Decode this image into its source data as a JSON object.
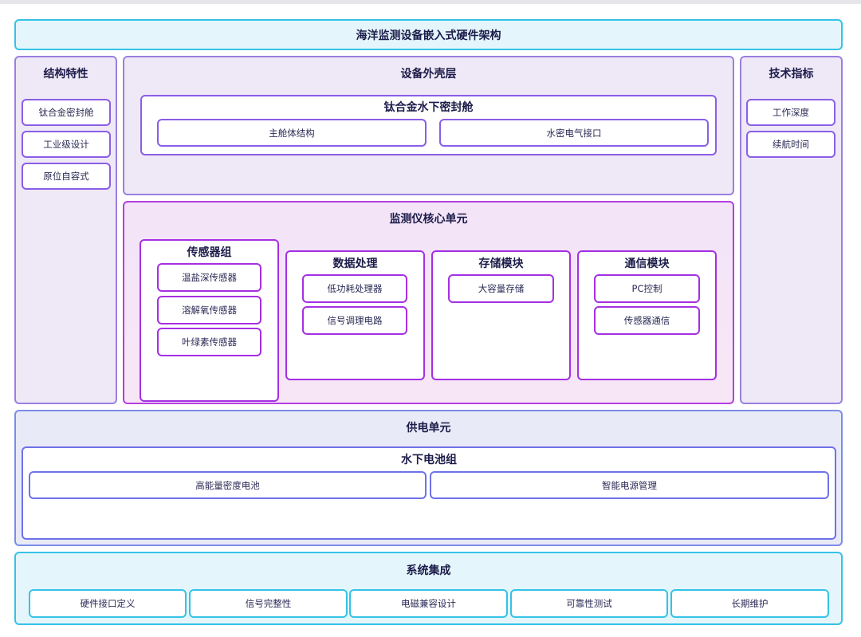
{
  "header": {
    "title": "海洋监测设备嵌入式硬件架构"
  },
  "left_panel": {
    "title": "结构特性",
    "items": [
      "钛合金密封舱",
      "工业级设计",
      "原位自容式"
    ]
  },
  "right_panel": {
    "title": "技术指标",
    "items": [
      "工作深度",
      "续航时间"
    ]
  },
  "housing": {
    "title": "设备外壳层",
    "chamber": {
      "title": "钛合金水下密封舱",
      "items": [
        "主舱体结构",
        "水密电气接口"
      ]
    }
  },
  "core": {
    "title": "监测仪核心单元",
    "groups": [
      {
        "title": "传感器组",
        "items": [
          "温盐深传感器",
          "溶解氧传感器",
          "叶绿素传感器"
        ]
      },
      {
        "title": "数据处理",
        "items": [
          "低功耗处理器",
          "信号调理电路"
        ]
      },
      {
        "title": "存储模块",
        "items": [
          "大容量存储"
        ]
      },
      {
        "title": "通信模块",
        "items": [
          "PC控制",
          "传感器通信"
        ]
      }
    ]
  },
  "power": {
    "title": "供电单元",
    "battery": {
      "title": "水下电池组",
      "items": [
        "高能量密度电池",
        "智能电源管理"
      ]
    }
  },
  "integration": {
    "title": "系统集成",
    "items": [
      "硬件接口定义",
      "信号完整性",
      "电磁兼容设计",
      "可靠性测试",
      "长期维护"
    ]
  }
}
